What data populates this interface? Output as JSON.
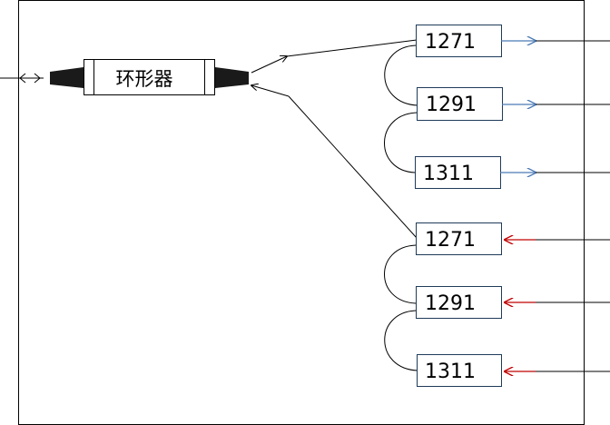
{
  "circulator": {
    "label": "环形器"
  },
  "upper_group": {
    "wavelengths": [
      {
        "label": "1271",
        "arrow_color": "#4a7ab5"
      },
      {
        "label": "1291",
        "arrow_color": "#4a7ab5"
      },
      {
        "label": "1311",
        "arrow_color": "#4a7ab5"
      }
    ]
  },
  "lower_group": {
    "wavelengths": [
      {
        "label": "1271",
        "arrow_color": "#c00000"
      },
      {
        "label": "1291",
        "arrow_color": "#c00000"
      },
      {
        "label": "1311",
        "arrow_color": "#c00000"
      }
    ]
  },
  "colors": {
    "line": "#000000",
    "frame": "#000000",
    "connector": "#1a1a1a",
    "box_border": "#1f3b5a"
  }
}
